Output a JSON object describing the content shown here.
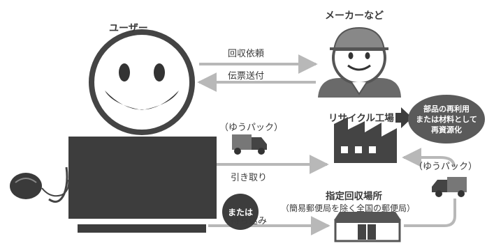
{
  "nodes": {
    "maker": "メーカーなど",
    "user": "ユーザー",
    "recycle_factory": "リサイクル工場",
    "reuse_line1": "部品の再利用",
    "reuse_line2": "または材料として",
    "reuse_line3": "再資源化",
    "post_office_title": "指定回収場所",
    "post_office_sub": "（簡易郵便局を除く全国の郵便局）",
    "or_badge": "または"
  },
  "edges": {
    "request": "回収依頼",
    "slip": "伝票送付",
    "yupack_left": "（ゆうパック）",
    "pickup": "引き取り",
    "dropoff": "持ち込み",
    "yupack_right": "（ゆうパック）"
  },
  "colors": {
    "arrow": "#b8b8b8",
    "dark": "#3d3d3d",
    "outline": "#555555"
  },
  "icons": [
    "user-computer-icon",
    "mouse-icon",
    "maker-person-icon",
    "truck-icon",
    "factory-icon",
    "post-office-icon"
  ]
}
